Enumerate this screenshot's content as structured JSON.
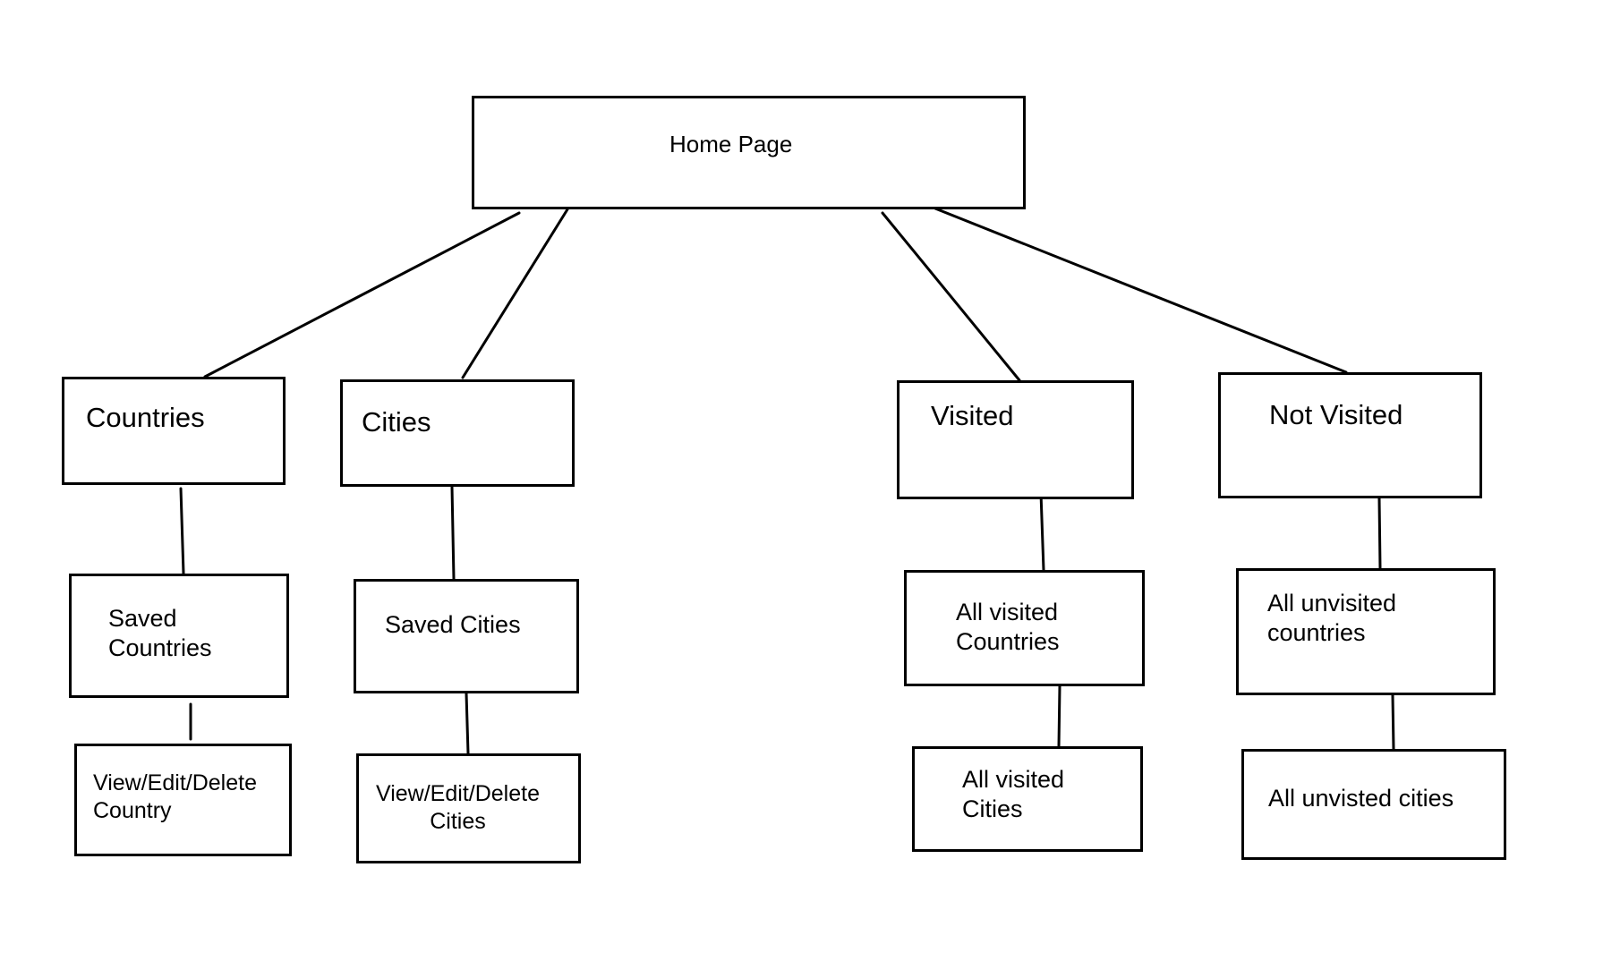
{
  "diagram": {
    "root": {
      "label": "Home Page"
    },
    "branches": [
      {
        "label": "Countries",
        "children": [
          {
            "label": "Saved\nCountries",
            "children": [
              {
                "label": "View/Edit/Delete\nCountry"
              }
            ]
          }
        ]
      },
      {
        "label": "Cities",
        "children": [
          {
            "label": "Saved Cities",
            "children": [
              {
                "label": "View/Edit/Delete\nCities"
              }
            ]
          }
        ]
      },
      {
        "label": "Visited",
        "children": [
          {
            "label": "All visited\nCountries",
            "children": [
              {
                "label": "All visited\nCities"
              }
            ]
          }
        ]
      },
      {
        "label": "Not Visited",
        "children": [
          {
            "label": "All unvisited\ncountries",
            "children": [
              {
                "label": "All unvisted cities"
              }
            ]
          }
        ]
      }
    ],
    "colors": {
      "stroke": "#000000",
      "background": "#ffffff"
    }
  }
}
